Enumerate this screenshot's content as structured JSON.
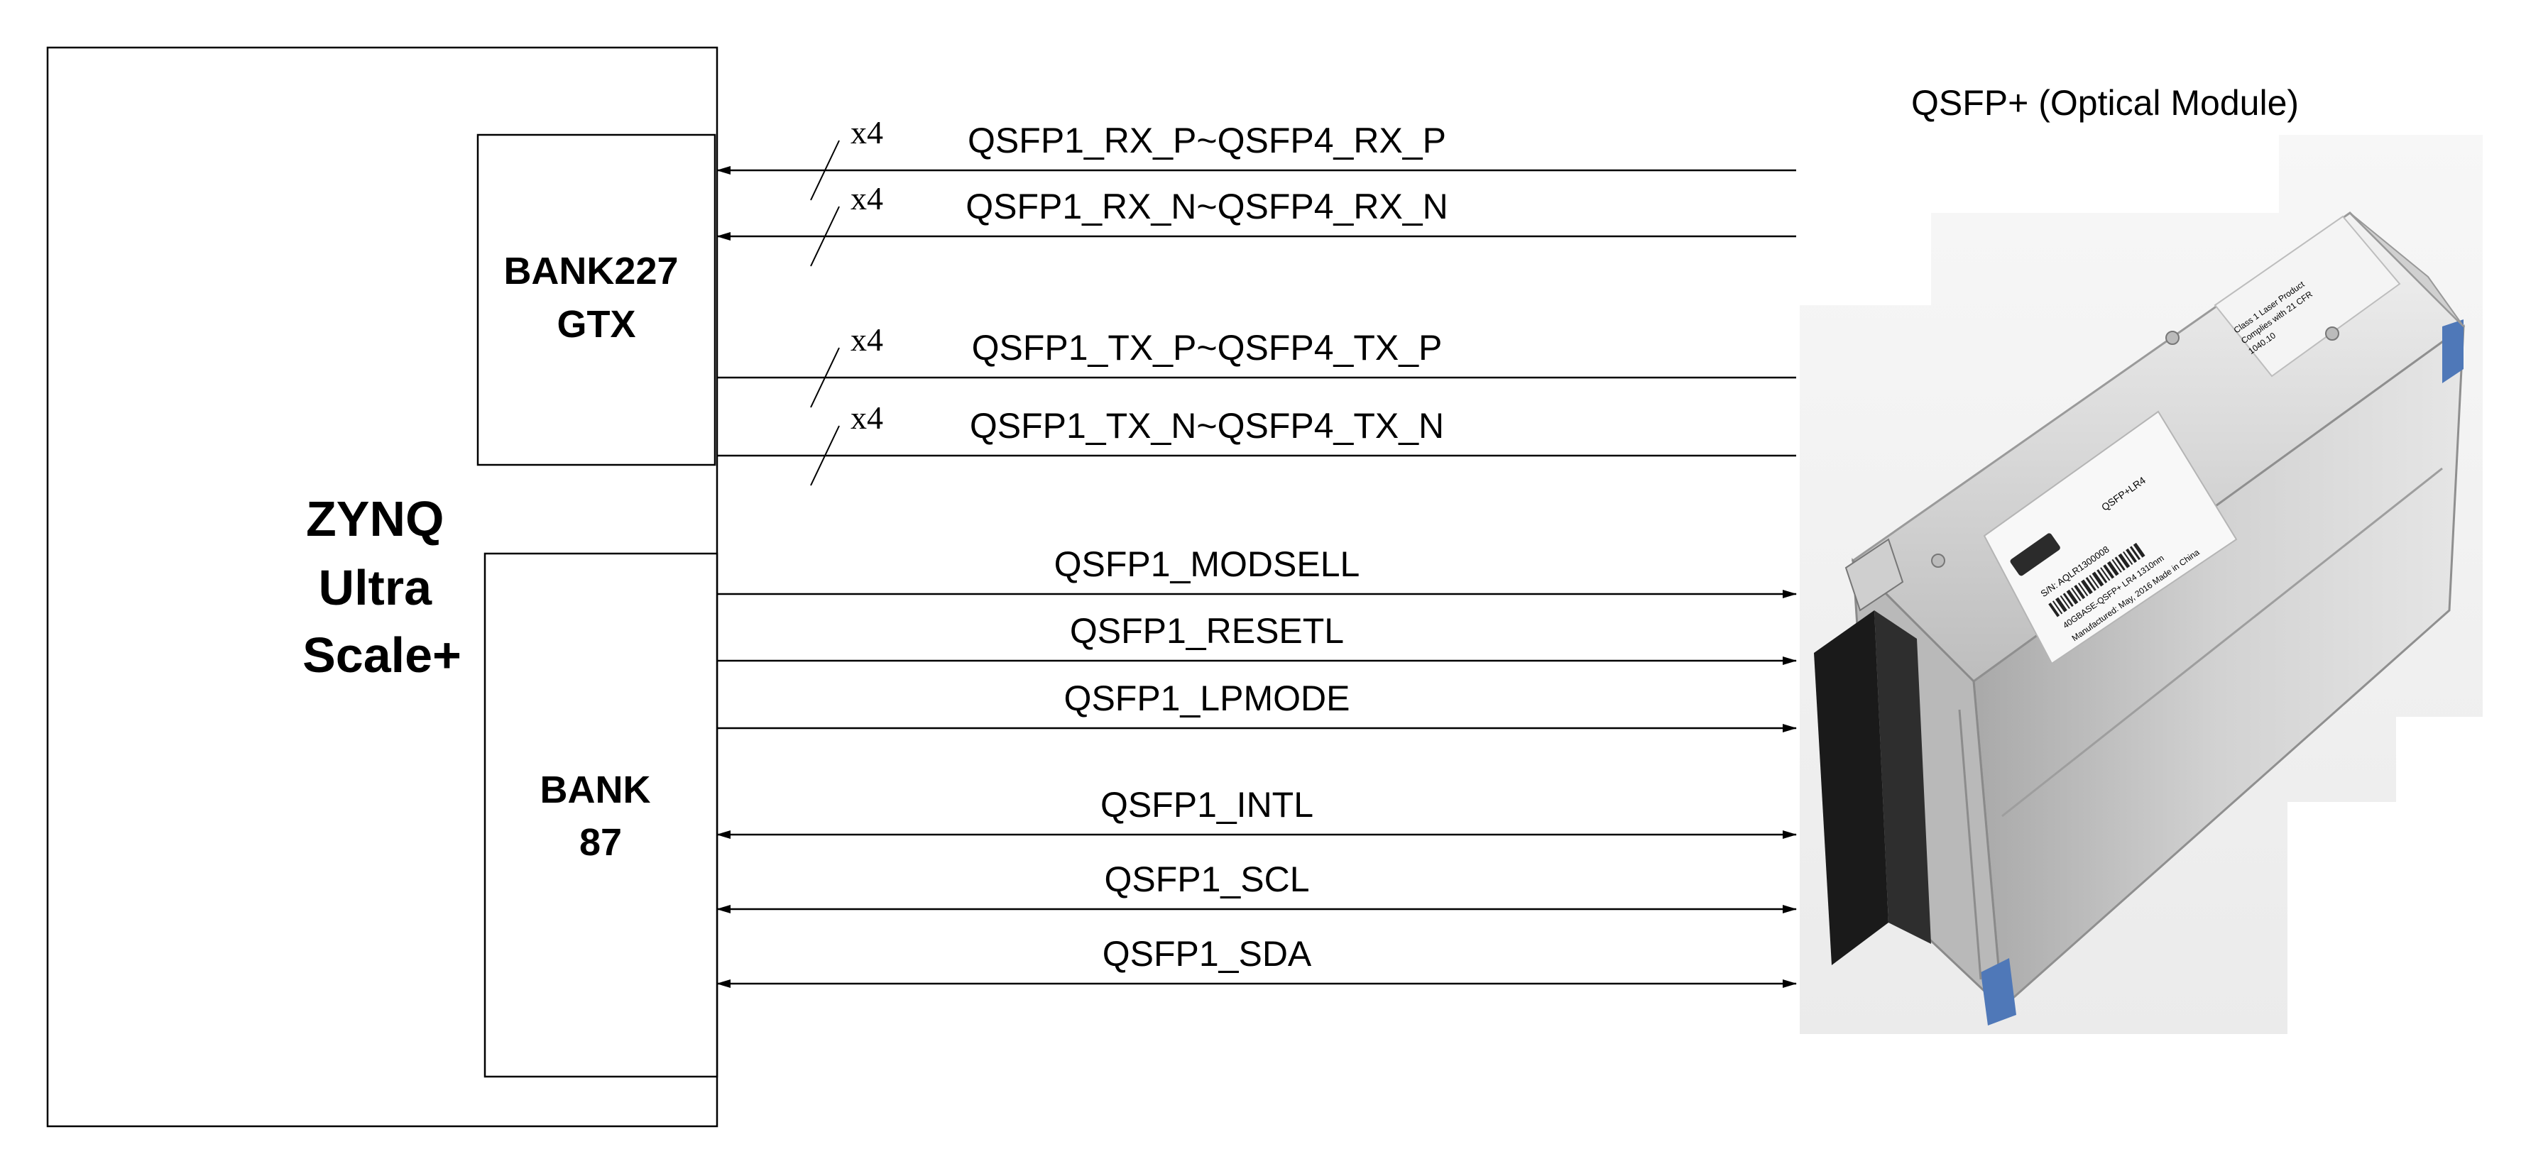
{
  "title": "QSFP+ (Optical Module)",
  "zynq": {
    "lines": [
      "ZYNQ",
      "Ultra",
      "Scale+"
    ]
  },
  "bank227": {
    "lines": [
      "BANK227",
      "GTX"
    ]
  },
  "bank87": {
    "lines": [
      "BANK",
      "87"
    ]
  },
  "bus_width": "x4",
  "signals": [
    {
      "label": "QSFP1_RX_P~QSFP4_RX_P",
      "direction": "to-fpga",
      "bus": true
    },
    {
      "label": "QSFP1_RX_N~QSFP4_RX_N",
      "direction": "to-fpga",
      "bus": true
    },
    {
      "label": "QSFP1_TX_P~QSFP4_TX_P",
      "direction": "to-module",
      "bus": true
    },
    {
      "label": "QSFP1_TX_N~QSFP4_TX_N",
      "direction": "to-module",
      "bus": true
    },
    {
      "label": "QSFP1_MODSELL",
      "direction": "to-module",
      "bus": false
    },
    {
      "label": "QSFP1_RESETL",
      "direction": "to-module",
      "bus": false
    },
    {
      "label": "QSFP1_LPMODE",
      "direction": "to-module",
      "bus": false
    },
    {
      "label": "QSFP1_INTL",
      "direction": "bidirectional",
      "bus": false
    },
    {
      "label": "QSFP1_SCL",
      "direction": "bidirectional",
      "bus": false
    },
    {
      "label": "QSFP1_SDA",
      "direction": "bidirectional",
      "bus": false
    }
  ],
  "module_label": {
    "brand": "QSFP+LR4",
    "sn": "S/N: AQLR1300008",
    "line2": "40GBASE-QSFP+ LR4 1310nm",
    "line3": "Manufactured: May, 2016   Made in China",
    "side": [
      "Class 1 Laser Product",
      "Complies with 21 CFR",
      "1040.10"
    ]
  }
}
